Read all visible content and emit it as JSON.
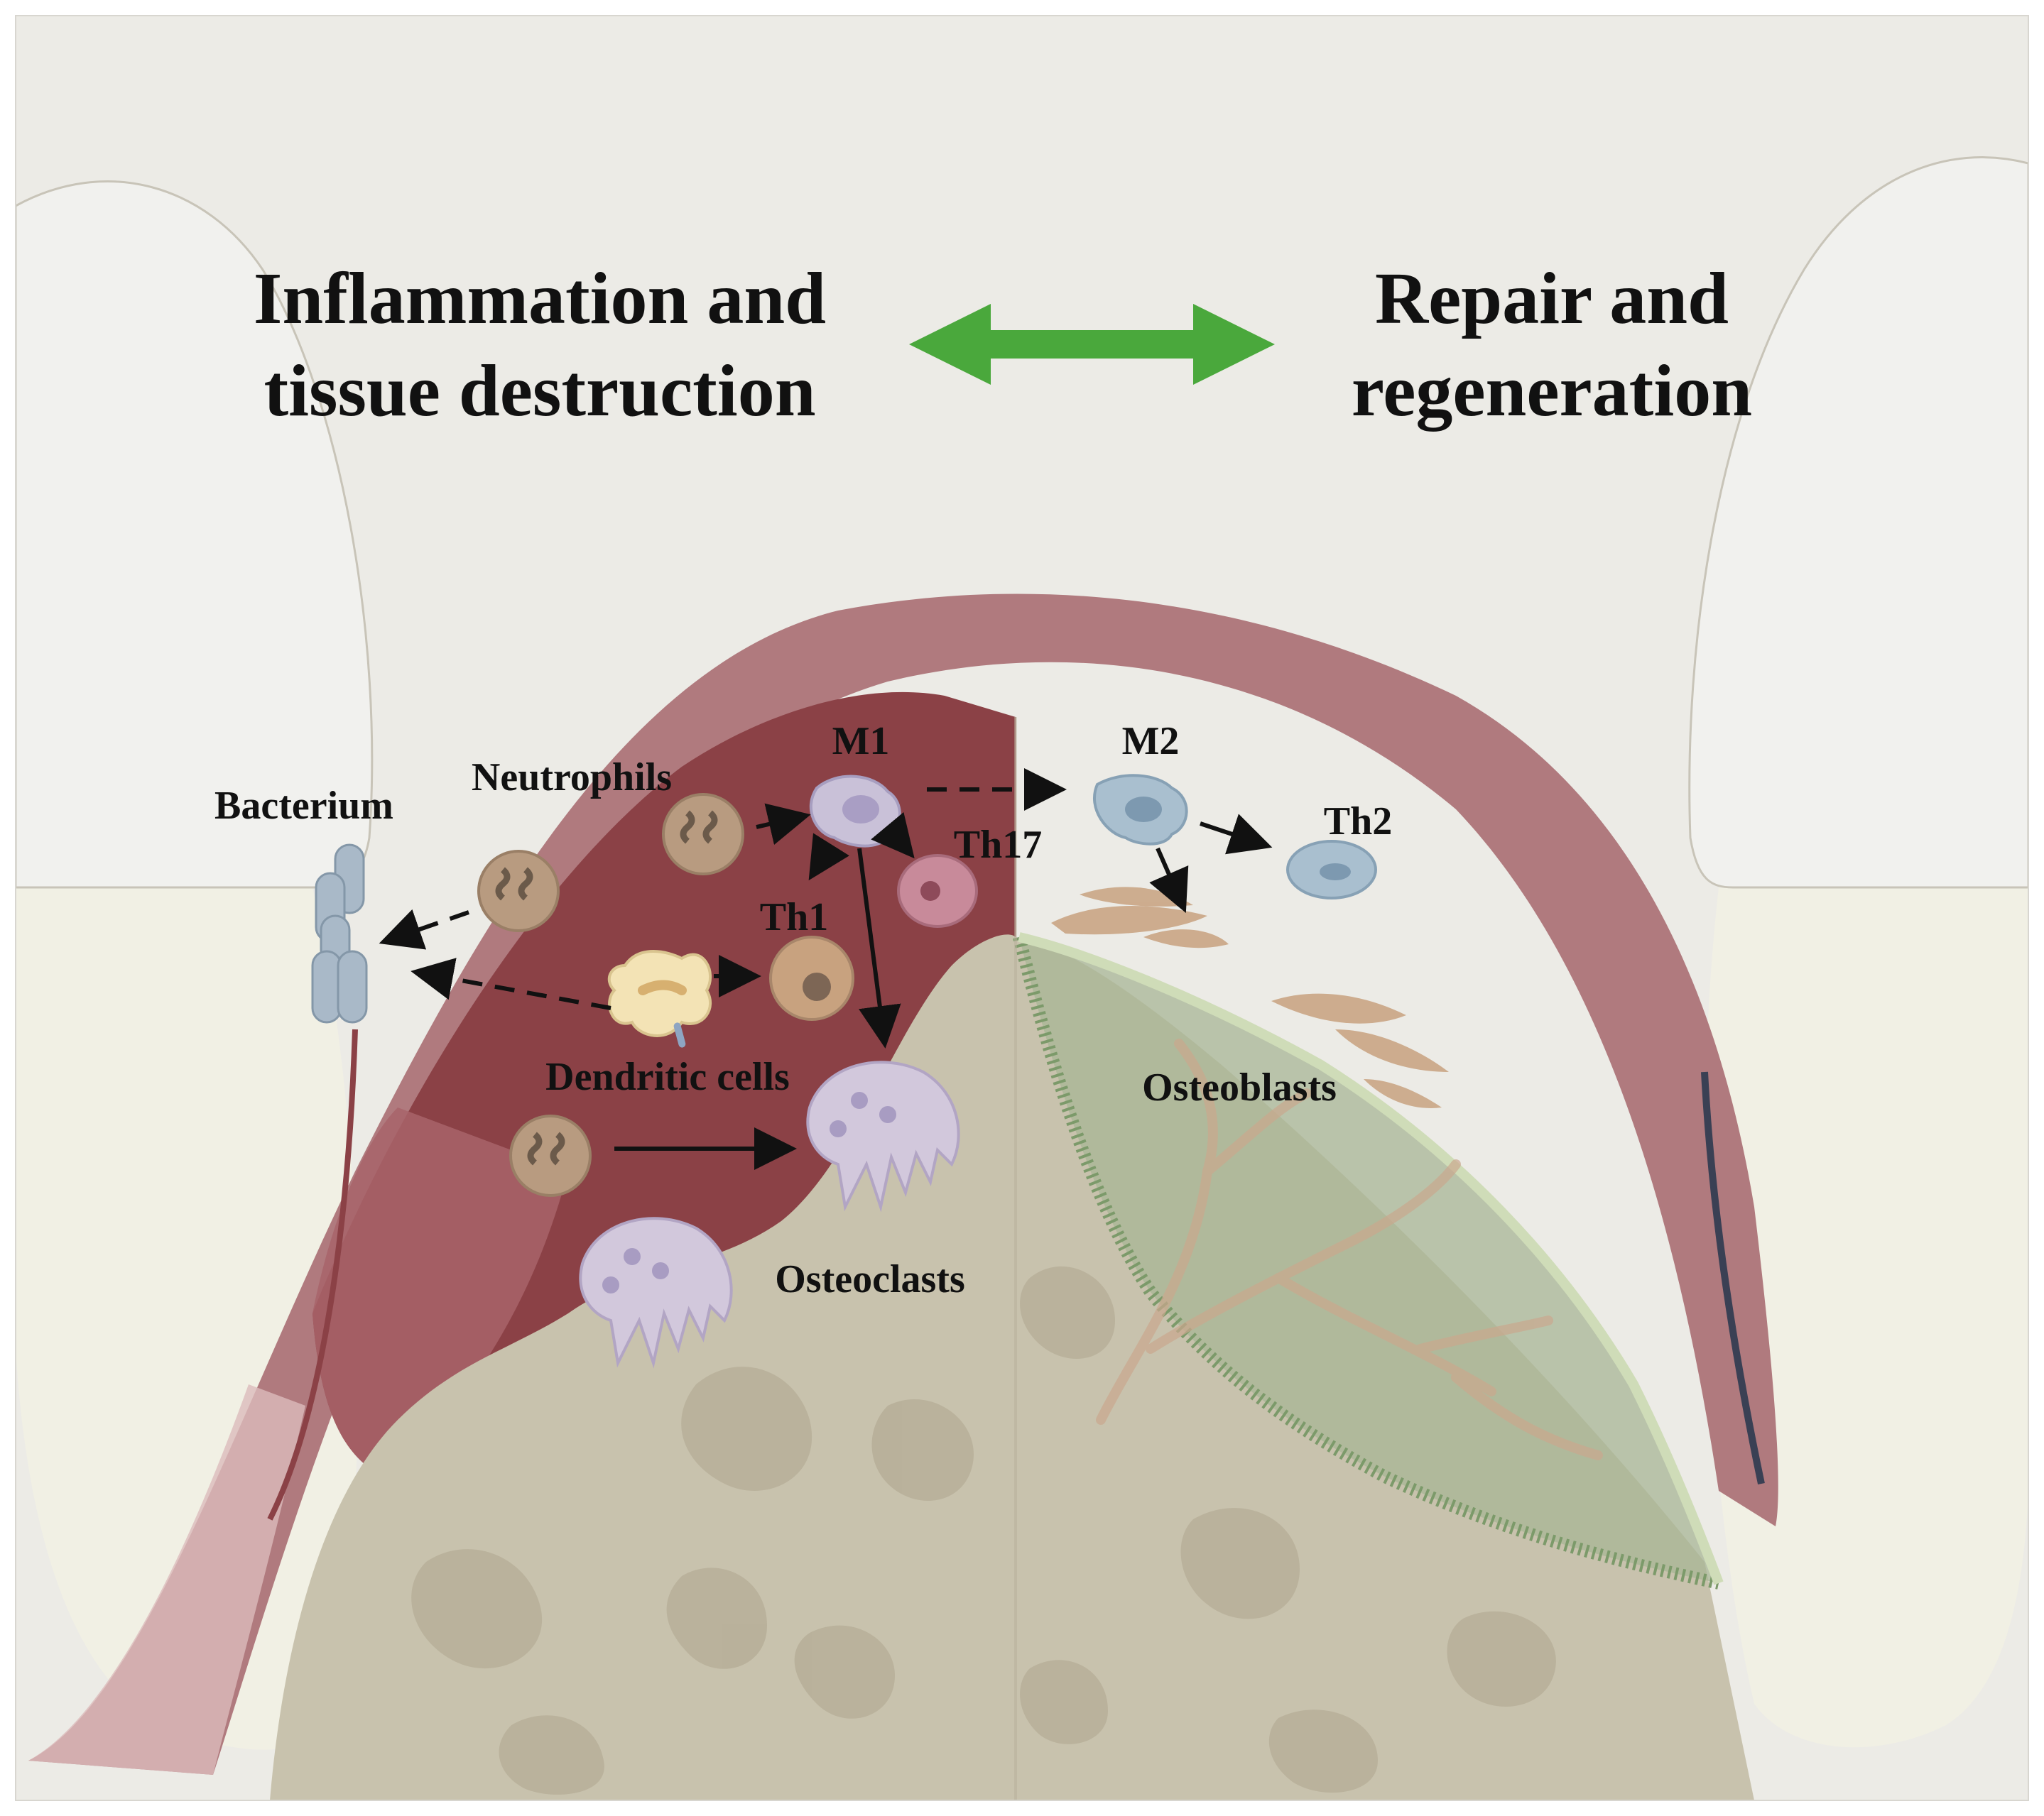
{
  "header": {
    "left_title_line1": "Inflammation and",
    "left_title_line2": "tissue destruction",
    "right_title_line1": "Repair and",
    "right_title_line2": "regeneration"
  },
  "labels": {
    "bacterium": "Bacterium",
    "neutrophils": "Neutrophils",
    "m1": "M1",
    "m2": "M2",
    "th1": "Th1",
    "th2": "Th2",
    "th17": "Th17",
    "dendritic_cells": "Dendritic cells",
    "osteoclasts": "Osteoclasts",
    "osteoblasts": "Osteoblasts"
  },
  "colors": {
    "background": "#ecebe6",
    "tooth": "#f1f1ee",
    "gingiva": "#b07a7e",
    "inflamed": "#8b4146",
    "bone": "#c8c2ad",
    "bone_spots": "#b8b09a",
    "regen_bone": "#a8b596",
    "bidirectional_arrow": "#4aa83c",
    "neutrophil": "#b89b80",
    "macrophage": "#c9c1d8",
    "m2_cell": "#a9bfcf",
    "osteoclast": "#d2c8dc",
    "osteoblast": "#c8a27f"
  }
}
